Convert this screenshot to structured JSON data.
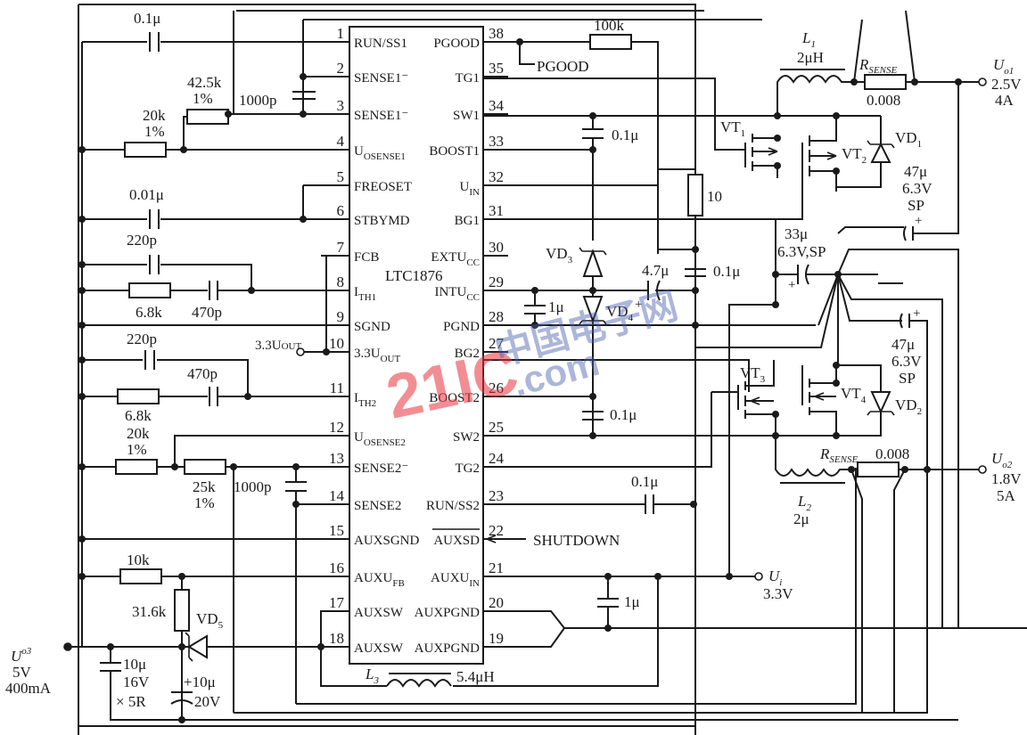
{
  "ic": {
    "name": "LTC1876",
    "left_pins": [
      {
        "num": "1",
        "label": "RUN/SS1"
      },
      {
        "num": "2",
        "label": "SENSE1⁻"
      },
      {
        "num": "3",
        "label": "SENSE1⁻"
      },
      {
        "num": "4",
        "label": "U",
        "sub": "OSENSE1"
      },
      {
        "num": "5",
        "label": "FREOSET"
      },
      {
        "num": "6",
        "label": "STBYMD"
      },
      {
        "num": "7",
        "label": "FCB"
      },
      {
        "num": "8",
        "label": "I",
        "sub": "TH1"
      },
      {
        "num": "9",
        "label": "SGND"
      },
      {
        "num": "10",
        "label": "3.3U",
        "sub": "OUT"
      },
      {
        "num": "11",
        "label": "I",
        "sub": "TH2"
      },
      {
        "num": "12",
        "label": "U",
        "sub": "OSENSE2"
      },
      {
        "num": "13",
        "label": "SENSE2⁻"
      },
      {
        "num": "14",
        "label": "SENSE2"
      },
      {
        "num": "15",
        "label": "AUXSGND"
      },
      {
        "num": "16",
        "label": "AUXU",
        "sub": "FB"
      },
      {
        "num": "17",
        "label": "AUXSW"
      },
      {
        "num": "18",
        "label": "AUXSW"
      }
    ],
    "right_pins": [
      {
        "num": "38",
        "label": "PGOOD"
      },
      {
        "num": "35",
        "label": "TG1"
      },
      {
        "num": "34",
        "label": "SW1"
      },
      {
        "num": "33",
        "label": "BOOST1"
      },
      {
        "num": "32",
        "label": "U",
        "sub": "IN"
      },
      {
        "num": "31",
        "label": "BG1"
      },
      {
        "num": "30",
        "label": "EXTU",
        "sub": "CC"
      },
      {
        "num": "29",
        "label": "INTU",
        "sub": "CC"
      },
      {
        "num": "28",
        "label": "PGND"
      },
      {
        "num": "27",
        "label": "BG2"
      },
      {
        "num": "26",
        "label": "BOOST2"
      },
      {
        "num": "25",
        "label": "SW2"
      },
      {
        "num": "24",
        "label": "TG2"
      },
      {
        "num": "23",
        "label": "RUN/SS2"
      },
      {
        "num": "22",
        "label": "AUXSD"
      },
      {
        "num": "21",
        "label": "AUXU",
        "sub": "IN"
      },
      {
        "num": "20",
        "label": "AUXPGND"
      },
      {
        "num": "19",
        "label": "AUXPGND"
      }
    ]
  },
  "components": {
    "c_run1": "0.1μ",
    "r_42k": "42.5k",
    "r_42k_tol": "1%",
    "c_1000p_1": "1000p",
    "r_20k_1": "20k",
    "r_20k_1_tol": "1%",
    "c_001": "0.01μ",
    "c_220p_1": "220p",
    "r_68k_1": "6.8k",
    "c_470p_1": "470p",
    "c_220p_2": "220p",
    "label_33uout": "3.3U",
    "label_33uout_sub": "OUT",
    "c_470p_2": "470p",
    "r_68k_2": "6.8k",
    "r_20k_2": "20k",
    "r_20k_2_tol": "1%",
    "r_25k": "25k",
    "r_25k_tol": "1%",
    "c_1000p_2": "1000p",
    "r_10k": "10k",
    "r_316k": "31.6k",
    "vd5": "VD",
    "vd5_sub": "5",
    "c_10u_16v_a": "10μ",
    "c_10u_16v_b": "16V",
    "c_10u_16v_c": "× 5R",
    "c_10u_20v_a": "+10μ",
    "c_10u_20v_b": "20V",
    "l3": "L",
    "l3_sub": "3",
    "l3_val": "5.4μH",
    "r_100k": "100k",
    "pgood_label": "PGOOD",
    "c_boost1": "0.1μ",
    "r_10": "10",
    "vd3": "VD",
    "vd3_sub": "3",
    "vd4": "VD",
    "vd4_sub": "4",
    "c_1u_intvcc": "1μ",
    "c_47u": "4.7μ",
    "c_01u_vin": "0.1μ",
    "c_boost2": "0.1μ",
    "c_run2": "0.1μ",
    "shutdown_label": "SHUTDOWN",
    "c_1u_aux": "1μ",
    "l1": "L",
    "l1_sub": "1",
    "l1_val": "2μH",
    "rsense1": "R",
    "rsense1_sub": "SENSE",
    "rsense1_val": "0.008",
    "vt1": "VT",
    "vt1_sub": "1",
    "vt2": "VT",
    "vt2_sub": "2",
    "vd1": "VD",
    "vd1_sub": "1",
    "c_out1_a": "47μ",
    "c_out1_b": "6.3V",
    "c_out1_c": "SP",
    "c_in_a": "33μ",
    "c_in_b": "6.3V,SP",
    "c_out2_a": "47μ",
    "c_out2_b": "6.3V",
    "c_out2_c": "SP",
    "vt3": "VT",
    "vt3_sub": "3",
    "vt4": "VT",
    "vt4_sub": "4",
    "vd2": "VD",
    "vd2_sub": "2",
    "rsense2": "R",
    "rsense2_sub": "SENSE",
    "rsense2_val": "0.008",
    "l2": "L",
    "l2_sub": "2",
    "l2_val": "2μ"
  },
  "terminals": {
    "uo1": {
      "name": "U",
      "sub": "o1",
      "voltage": "2.5V",
      "current": "4A"
    },
    "uo2": {
      "name": "U",
      "sub": "o2",
      "voltage": "1.8V",
      "current": "5A"
    },
    "uo3": {
      "name": "U",
      "sub": "o3",
      "voltage": "5V",
      "current": "400mA"
    },
    "ui": {
      "name": "U",
      "sub": "i",
      "voltage": "3.3V"
    }
  },
  "watermark": {
    "main": "21IC",
    "cn": "中国电子网",
    "domain": ".com"
  },
  "colors": {
    "ink": "#1a1a1a",
    "watermark_red": "#e8323c",
    "watermark_blue": "#4a5fb0"
  }
}
